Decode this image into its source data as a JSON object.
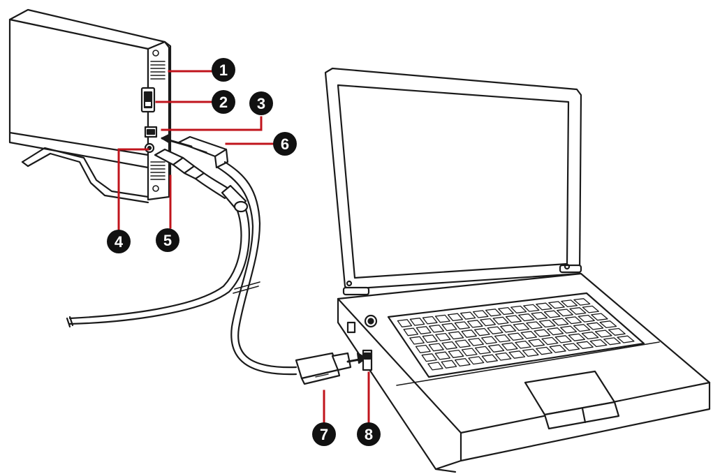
{
  "colors": {
    "outline": "#1a1a1a",
    "leader": "#c0141c",
    "badge": "#111111",
    "badge_text": "#ffffff",
    "background": "#ffffff"
  },
  "callouts": [
    {
      "number": "1"
    },
    {
      "number": "2"
    },
    {
      "number": "3"
    },
    {
      "number": "4"
    },
    {
      "number": "5"
    },
    {
      "number": "6"
    },
    {
      "number": "7"
    },
    {
      "number": "8"
    }
  ]
}
